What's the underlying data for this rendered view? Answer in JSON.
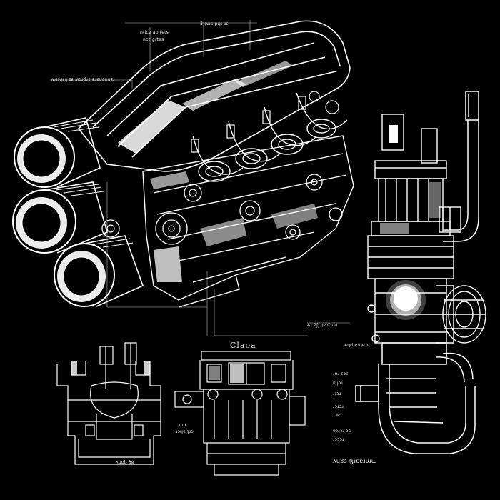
{
  "colors": {
    "background": "#000000",
    "ink": "#ffffff",
    "ink_dim": "#bdbdbd"
  },
  "labels": {
    "top_center_1": "ntice abitets",
    "top_center_2": "nccigrtes",
    "top_right": "Ǝ-ʇɯɛ pıʇɪ-ɹɛ",
    "top_left_leader": "ʍɐɪɥɛɥ ɪɐ ʍɔɹdɹɛ ɐɹɛɥdnuɛɹ",
    "mid_leader": "Aɹ 2ʃʃ ʇɐ Cluᴅ",
    "right_leader": "Aɥd ɐɹɥɐɹɛ",
    "center_title": "Claoa",
    "bottom_left_caption": "ʌupb 8ʁ",
    "center_sub_1": "ɹuo",
    "center_sub_2": "ɹɔqɐ ʇɹɔ",
    "right_small_1": "ɹɐɹ ɛɔɛ",
    "right_small_2": "ɐɥɔɹ",
    "right_small_3": "ɹʇɔɹ",
    "right_small_4": "ɹɔɹɔɹ",
    "right_small_5": "ɹɔɐɹ",
    "right_small_6": "ɐɔɹɔɹ ɔɛ",
    "right_small_7": "ɹɔɔɔɹ",
    "bottom_right_caption": "ʎɥ3ɔ ɮɹɐɐɹɯɯ"
  }
}
